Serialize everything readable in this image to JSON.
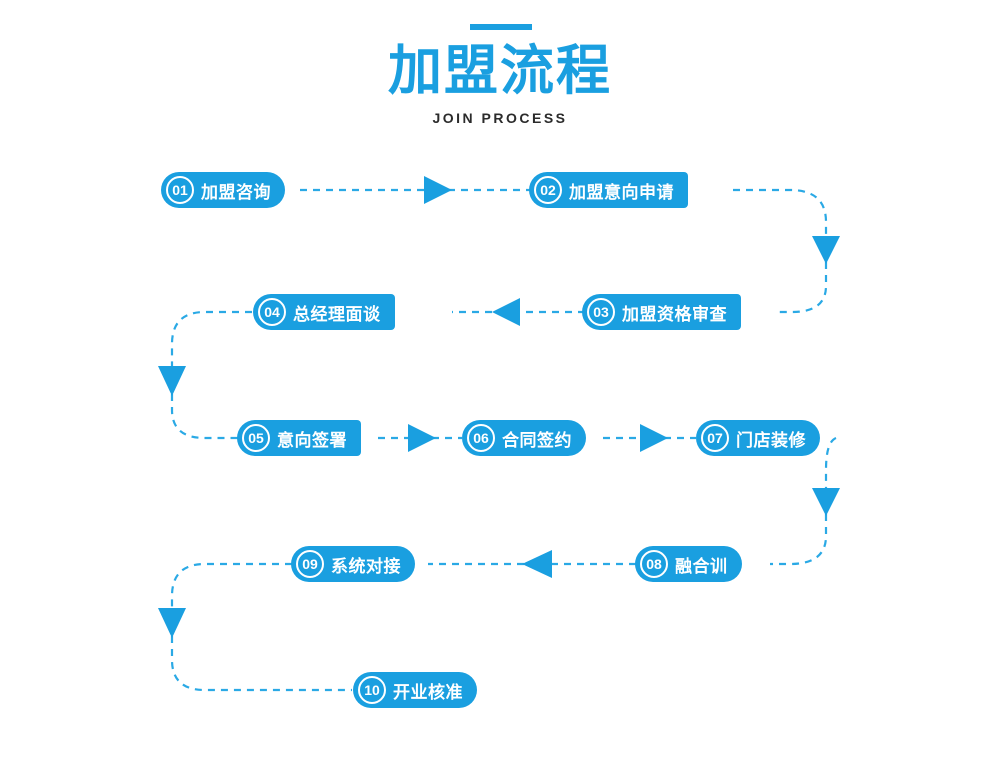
{
  "header": {
    "title": "加盟流程",
    "subtitle": "JOIN PROCESS",
    "accent_color": "#1a9fe0",
    "rule_color": "#1a9fe0"
  },
  "diagram": {
    "type": "flowchart",
    "direction": "serpentine-left-right",
    "node_fill": "#1a9fe0",
    "node_text_color": "#ffffff",
    "connector_color": "#2aa9e5",
    "connector_style": "dashed-with-solid-arrowheads",
    "steps": [
      {
        "num": "01",
        "label": "加盟咨询"
      },
      {
        "num": "02",
        "label": "加盟意向申请"
      },
      {
        "num": "03",
        "label": "加盟资格审查"
      },
      {
        "num": "04",
        "label": "总经理面谈"
      },
      {
        "num": "05",
        "label": "意向签署"
      },
      {
        "num": "06",
        "label": "合同签约"
      },
      {
        "num": "07",
        "label": "门店装修"
      },
      {
        "num": "08",
        "label": "融合训"
      },
      {
        "num": "09",
        "label": "系统对接"
      },
      {
        "num": "10",
        "label": "开业核准"
      }
    ]
  }
}
